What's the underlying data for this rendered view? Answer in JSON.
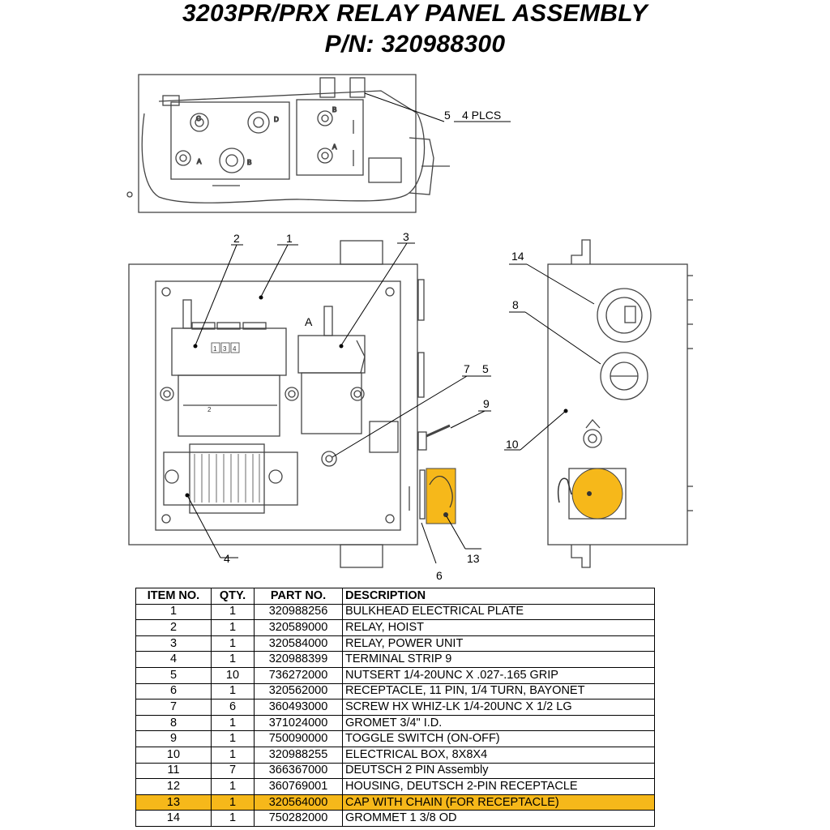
{
  "title": "3203PR/PRX RELAY PANEL ASSEMBLY",
  "part_number": "P/N: 320988300",
  "callouts": {
    "c1": "1",
    "c2": "2",
    "c3": "3",
    "c4": "4",
    "c5a": "5",
    "c5b": "5",
    "c5_plcs": "4 PLCS",
    "c6": "6",
    "c7": "7",
    "c8": "8",
    "c9": "9",
    "c10": "10",
    "c13": "13",
    "c14": "14",
    "relay_a": "A"
  },
  "relay_terminals": [
    "1",
    "3",
    "4"
  ],
  "relay_label": "2",
  "top_view_labels": {
    "a1": "A",
    "b1": "B",
    "c1": "C",
    "d1": "D",
    "a2": "A",
    "b2": "B"
  },
  "highlight_color": "#f6b81a",
  "bom": {
    "headers": [
      "ITEM NO.",
      "QTY.",
      "PART NO.",
      "DESCRIPTION"
    ],
    "rows": [
      {
        "item": "1",
        "qty": "1",
        "part": "320988256",
        "desc": "BULKHEAD ELECTRICAL PLATE"
      },
      {
        "item": "2",
        "qty": "1",
        "part": "320589000",
        "desc": "RELAY, HOIST"
      },
      {
        "item": "3",
        "qty": "1",
        "part": "320584000",
        "desc": "RELAY, POWER UNIT"
      },
      {
        "item": "4",
        "qty": "1",
        "part": "320988399",
        "desc": "TERMINAL STRIP 9"
      },
      {
        "item": "5",
        "qty": "10",
        "part": "736272000",
        "desc": "NUTSERT 1/4-20UNC X .027-.165 GRIP"
      },
      {
        "item": "6",
        "qty": "1",
        "part": "320562000",
        "desc": "RECEPTACLE, 11 PIN, 1/4 TURN, BAYONET"
      },
      {
        "item": "7",
        "qty": "6",
        "part": "360493000",
        "desc": "SCREW HX WHIZ-LK 1/4-20UNC X 1/2 LG"
      },
      {
        "item": "8",
        "qty": "1",
        "part": "371024000",
        "desc": "GROMET 3/4\" I.D."
      },
      {
        "item": "9",
        "qty": "1",
        "part": "750090000",
        "desc": "TOGGLE SWITCH (ON-OFF)"
      },
      {
        "item": "10",
        "qty": "1",
        "part": "320988255",
        "desc": "ELECTRICAL BOX, 8X8X4"
      },
      {
        "item": "11",
        "qty": "7",
        "part": "366367000",
        "desc": "DEUTSCH 2 PIN Assembly"
      },
      {
        "item": "12",
        "qty": "1",
        "part": "360769001",
        "desc": "HOUSING, DEUTSCH 2-PIN RECEPTACLE"
      },
      {
        "item": "13",
        "qty": "1",
        "part": "320564000",
        "desc": "CAP WITH CHAIN (FOR RECEPTACLE)"
      },
      {
        "item": "14",
        "qty": "1",
        "part": "750282000",
        "desc": "GROMMET 1 3/8 OD"
      }
    ],
    "highlighted_item": "13"
  }
}
